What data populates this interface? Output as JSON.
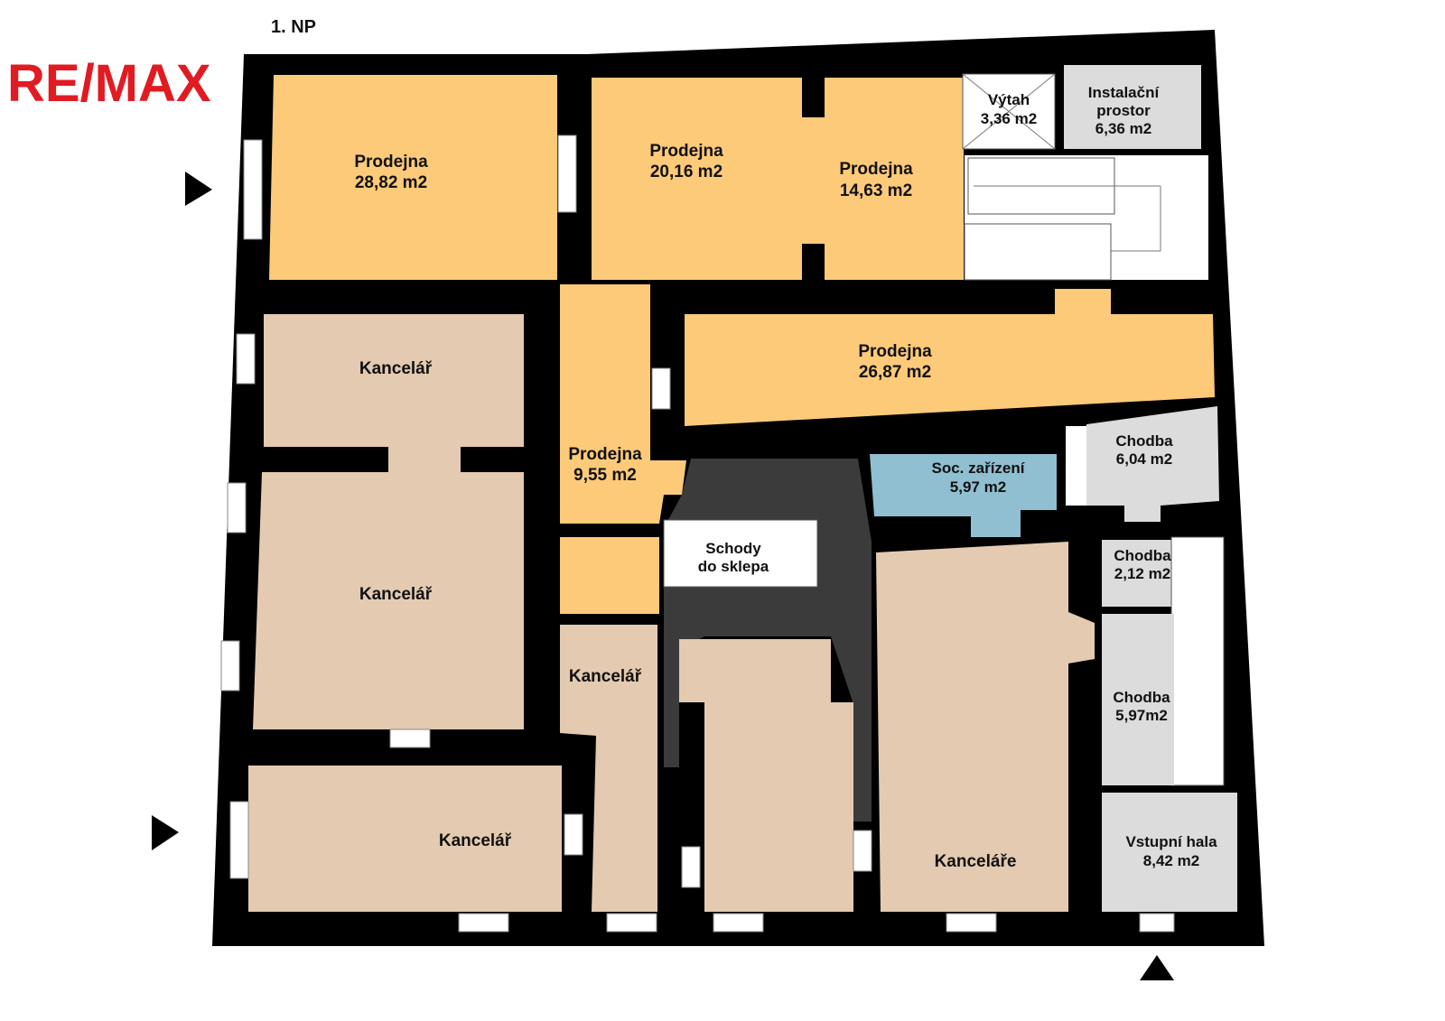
{
  "title": "1. NP",
  "logo": "RE/MAX",
  "colors": {
    "shop": "#fdca79",
    "office": "#e3cab0",
    "corridor": "#dcdcdc",
    "wc": "#8fbfd0",
    "core": "#3b3b3b",
    "wall": "#000000",
    "brand": "#e11b22"
  },
  "rooms": {
    "prodejna1": {
      "name": "Prodejna",
      "area": "28,82 m2"
    },
    "prodejna2": {
      "name": "Prodejna",
      "area": "20,16 m2"
    },
    "prodejna3": {
      "name": "Prodejna",
      "area": "14,63 m2"
    },
    "vytah": {
      "name": "Výtah",
      "area": "3,36 m2"
    },
    "instalacni": {
      "name1": "Instalační",
      "name2": "prostor",
      "area": "6,36 m2"
    },
    "prodejna4": {
      "name": "Prodejna",
      "area": "26,87 m2"
    },
    "prodejna5": {
      "name": "Prodejna",
      "area": "9,55 m2"
    },
    "kancelar1": {
      "name": "Kancelář"
    },
    "kancelar2": {
      "name": "Kancelář"
    },
    "kancelar3": {
      "name": "Kancelář"
    },
    "kancelar4": {
      "name": "Kancelář"
    },
    "kancelare": {
      "name": "Kanceláře"
    },
    "schody": {
      "name1": "Schody",
      "name2": "do sklepa"
    },
    "soc": {
      "name": "Soc. zařízení",
      "area": "5,97 m2"
    },
    "chodba1": {
      "name": "Chodba",
      "area": "6,04 m2"
    },
    "chodba2": {
      "name": "Chodba",
      "area": "2,12 m2"
    },
    "chodba3": {
      "name": "Chodba",
      "area": "5,97m2"
    },
    "hala": {
      "name": "Vstupní hala",
      "area": "8,42 m2"
    }
  }
}
